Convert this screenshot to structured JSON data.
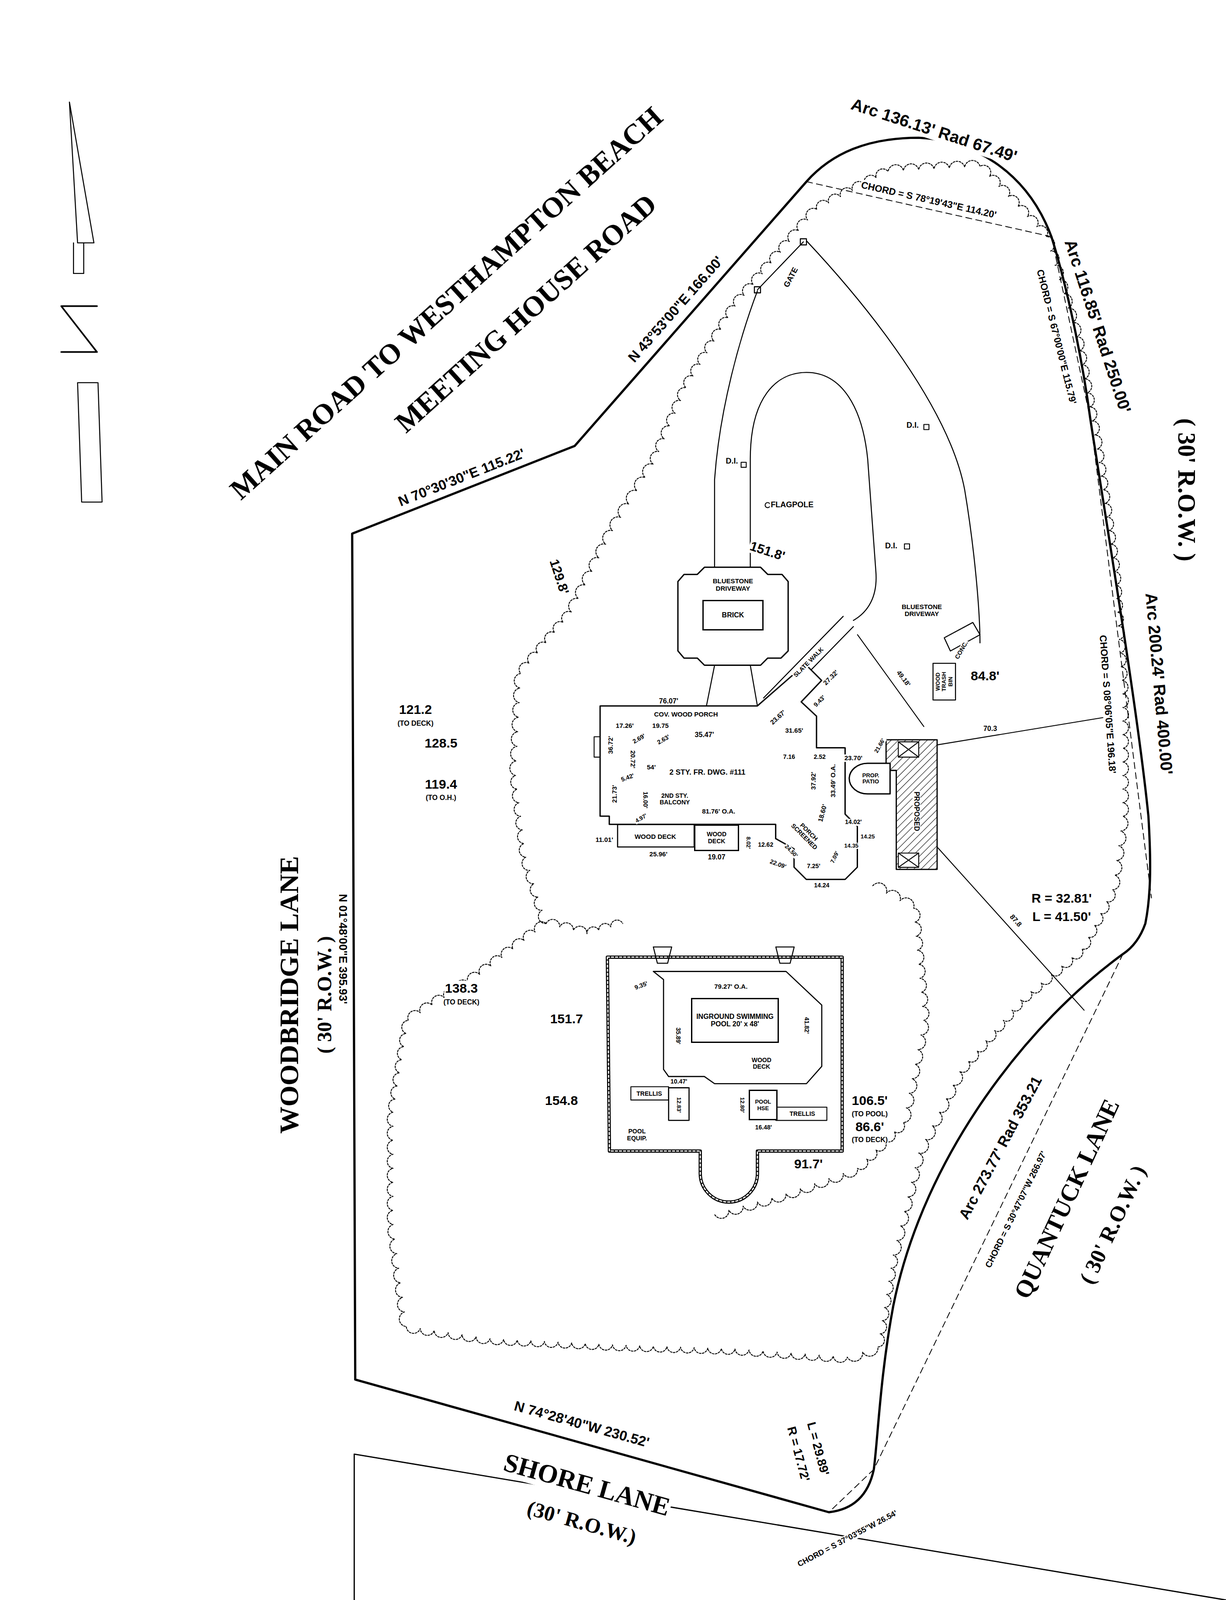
{
  "diagram": {
    "nodes": [
      {
        "text": [
          "BLUESTONE DRIVEWAY"
        ]
      },
      {
        "text": [
          "BRICK"
        ],
        "in": 0
      },
      {
        "text": [
          "2 STY. FR. DWG. #111"
        ]
      },
      {
        "text": [
          "WOOD DECK"
        ]
      },
      {
        "text": [
          "PROP. PATIO"
        ]
      },
      {
        "text": [
          "INGROUND SWIMMING POOL 20' x 48'"
        ]
      },
      {
        "text": [
          "POOL HSE"
        ]
      }
    ],
    "labels": [
      "MAIN ROAD TO WESTHAMPTON BEACH",
      "MEETING HOUSE ROAD",
      "N 43°53'00\"E 166.00'",
      "N 70°30'30\"E 115.22'",
      "Arc 136.13' Rad 67.49'",
      "CHORD = S 78°19'43\"E 114.20'",
      "Arc 116.85' Rad 250.00'",
      "CHORD = S 67°00'00\"E 115.79'",
      "Arc 200.24' Rad 400.00'",
      "CHORD = S 08°06'05\"E 196.18'",
      "( 30' R.O.W. )",
      "R = 32.81'",
      "L = 41.50'",
      "Arc 273.77' Rad 353.21",
      "CHORD = S 30°47'07\"W 266.97'",
      "QUANTUCK LANE",
      "( 30' R.O.W. )",
      "R = 17.72'",
      "L = 29.89'",
      "CHORD = S 37°03'55\"W 26.54'",
      "N 74°28'40\"W 230.52'",
      "SHORE LANE",
      "(30' R.O.W.)",
      "WOODBRIDGE LANE",
      "( 30' R.O.W. )",
      "N 01°48'00\"E 395.93'",
      "GATE",
      "D.I.",
      "FLAGPOLE",
      "D.I.",
      "D.I.",
      "151.8'",
      "129.8'",
      "BLUESTONE DRIVEWAY",
      "SLATE WALK",
      "27.32'",
      "9.43'",
      "23.67'",
      "31.65'",
      "49.18'",
      "CONC.",
      "WOOD TRASH BIN",
      "84.8'",
      "121.2",
      "(TO DECK)",
      "128.5",
      "119.4",
      "(TO O.H.)",
      "76.07'",
      "COV. WOOD PORCH",
      "17.26'",
      "19.75",
      "2.69'",
      "2.63'",
      "35.47'",
      "36.72'",
      "20.72'",
      "54'",
      "5.42'",
      "16.00'",
      "21.73'",
      "2ND STY. BALCONY",
      "81.76' O.A.",
      "4.97'",
      "WOOD DECK",
      "11.01'",
      "25.96'",
      "19.07",
      "8.02'",
      "12.62",
      "PORCH SCREENED",
      "24.50'",
      "22.09'",
      "7.25'",
      "7.09'",
      "18.60'",
      "14.02'",
      "14.25",
      "14.35",
      "14.24",
      "7.16",
      "2.52",
      "23.70'",
      "21.66'",
      "37.92'",
      "33.49' O.A.",
      "PROPOSED",
      "70.3",
      "87.8",
      "138.3",
      "(TO DECK)",
      "151.7",
      "154.8",
      "9.35'",
      "79.27' O.A.",
      "35.89'",
      "41.82'",
      "WOOD DECK",
      "TRELLIS",
      "10.47'",
      "12.83'",
      "POOL EQUIP.",
      "12.80'",
      "16.48'",
      "TRELLIS",
      "106.5'",
      "(TO POOL)",
      "86.6'",
      "(TO DECK)",
      "91.7'"
    ]
  }
}
